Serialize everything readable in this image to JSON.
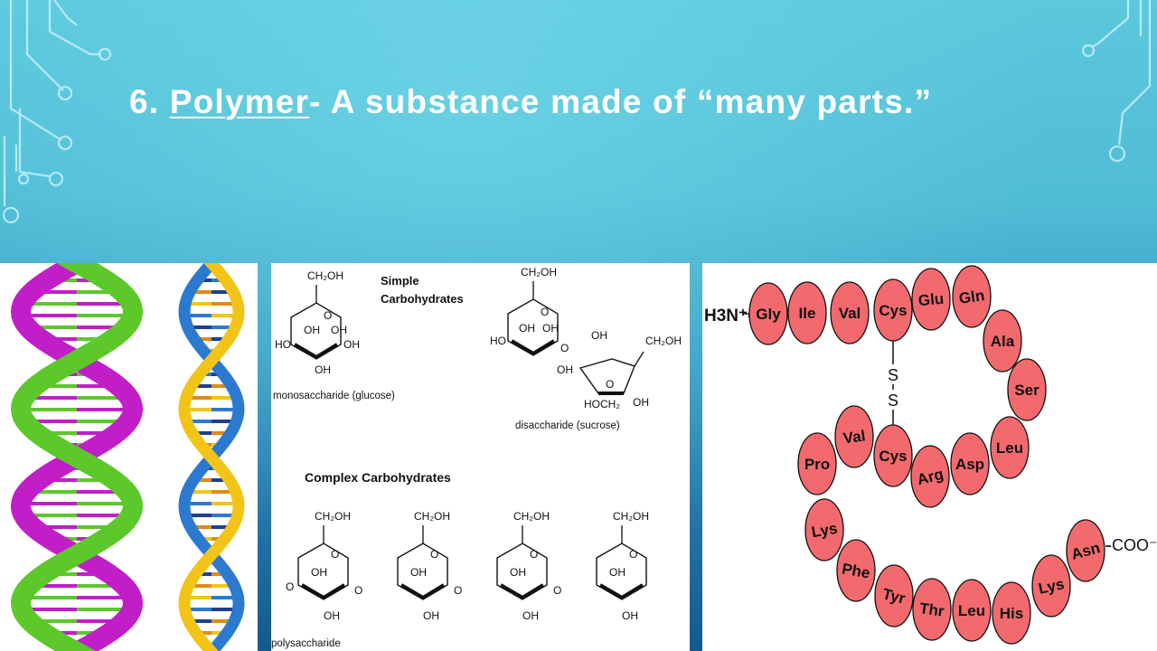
{
  "title": {
    "number": "6.",
    "term": "Polymer",
    "rest": "- A substance made of “many parts.”"
  },
  "carbohydrates": {
    "simple_heading_line1": "Simple",
    "simple_heading_line2": "Carbohydrates",
    "glucose_caption": "monosaccharide (glucose)",
    "sucrose_caption": "disaccharide (sucrose)",
    "complex_heading": "Complex Carbohydrates",
    "polysaccharide_caption": "polysaccharide",
    "labels": {
      "ch2oh": "CH₂OH",
      "oh": "OH",
      "ho": "HO",
      "o": "O",
      "hoch2": "HOCH₂"
    }
  },
  "protein": {
    "n_terminus": "H3N⁺-",
    "c_terminus": "-COO⁻",
    "disulfide": [
      "S",
      "S"
    ],
    "residues": [
      "Gly",
      "Ile",
      "Val",
      "Cys",
      "Glu",
      "Gln",
      "Ala",
      "Ser",
      "Leu",
      "Asp",
      "Arg",
      "Cys",
      "Val",
      "Pro",
      "Lys",
      "Phe",
      "Tyr",
      "Thr",
      "Leu",
      "His",
      "Lys",
      "Asn"
    ]
  },
  "colors": {
    "background_top": "#5cc8dc",
    "background_bottom": "#145a8c",
    "residue_fill": "#f26a6d",
    "dna_green": "#5cc82a",
    "dna_magenta": "#c21ec8",
    "dna_yellow": "#f2c418",
    "dna_blue": "#2c7ad0"
  }
}
